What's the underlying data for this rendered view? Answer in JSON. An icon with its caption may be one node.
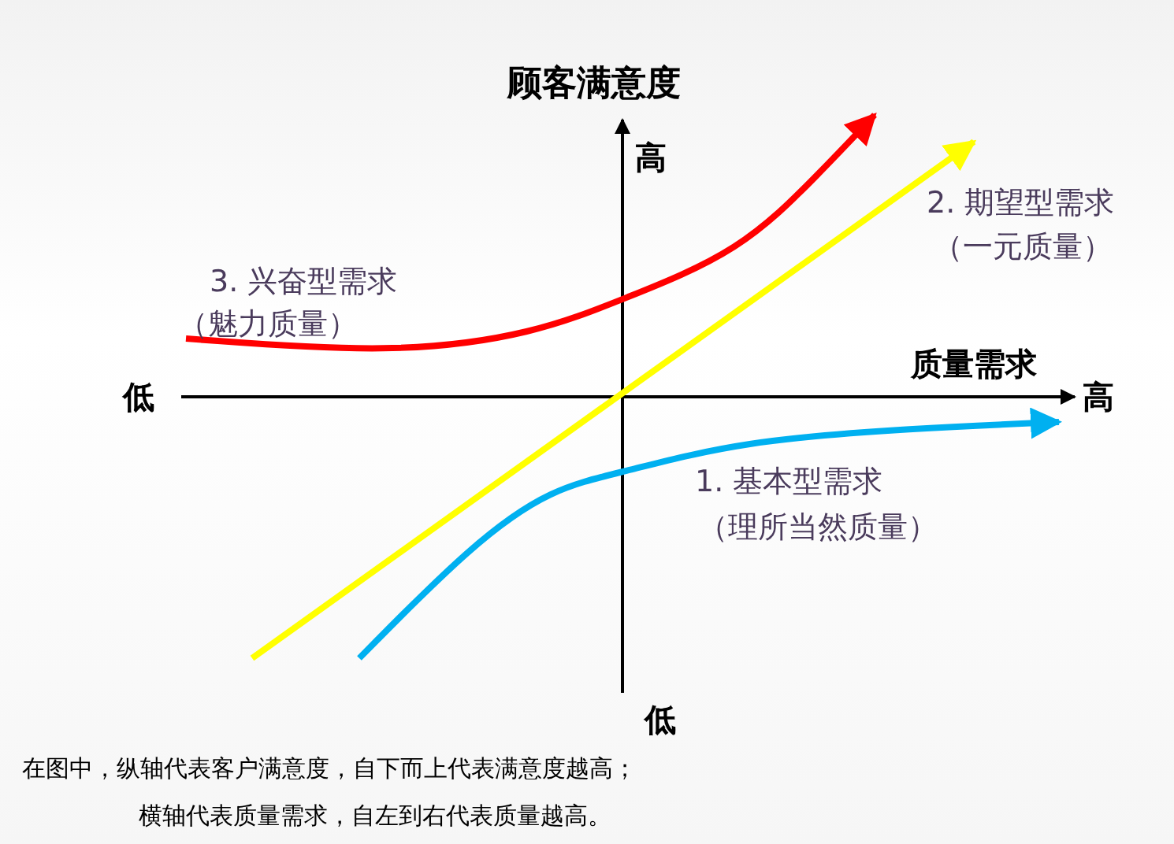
{
  "diagram": {
    "title": "顾客满意度",
    "labels": [
      "高",
      "2. 期望型需求",
      "（一元质量）",
      "3. 兴奋型需求",
      "（魅力质量）",
      "质量需求",
      "低",
      "高",
      "1. 基本型需求",
      "（理所当然质量）",
      "低",
      "在图中，纵轴代表客户满意度，自下而上代表满意度越高；",
      "横轴代表质量需求，自左到右代表质量越高。"
    ]
  }
}
